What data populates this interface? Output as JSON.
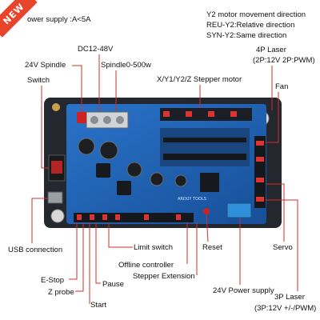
{
  "badge": "NEW",
  "labels": {
    "power_supply": "ower supply :A<5A",
    "y2_direction": "Y2 motor movement direction",
    "reu_y2": "REU-Y2:Relative direction",
    "syn_y2": "SYN-Y2:Same direction",
    "dc12_48v": "DC12-48V",
    "spindle_24v": "24V Spindle",
    "spindle_power": "Spindle0-500w",
    "switch": "Switch",
    "stepper_motor": "X/Y1/Y2/Z Stepper motor",
    "laser_4p": "4P Laser",
    "laser_4p_spec": "(2P:12V 2P:PWM)",
    "fan": "Fan",
    "usb_connection": "USB connection",
    "limit_switch": "Limit switch",
    "reset": "Reset",
    "servo": "Servo",
    "offline_controller": "Offline controller",
    "e_stop": "E-Stop",
    "stepper_extension": "Stepper Extension",
    "z_probe": "Z probe",
    "pause": "Pause",
    "power_24v": "24V Power supply",
    "start": "Start",
    "laser_3p": "3P Laser",
    "laser_3p_spec": "(3P:12V +/-/PWM)"
  },
  "board": {
    "brand_text": "ARDUY TOOLS"
  },
  "colors": {
    "leader": "#d0302a",
    "board_blue": "#1f5fae",
    "board_dark": "#22252b",
    "badge": "#e8432b"
  }
}
